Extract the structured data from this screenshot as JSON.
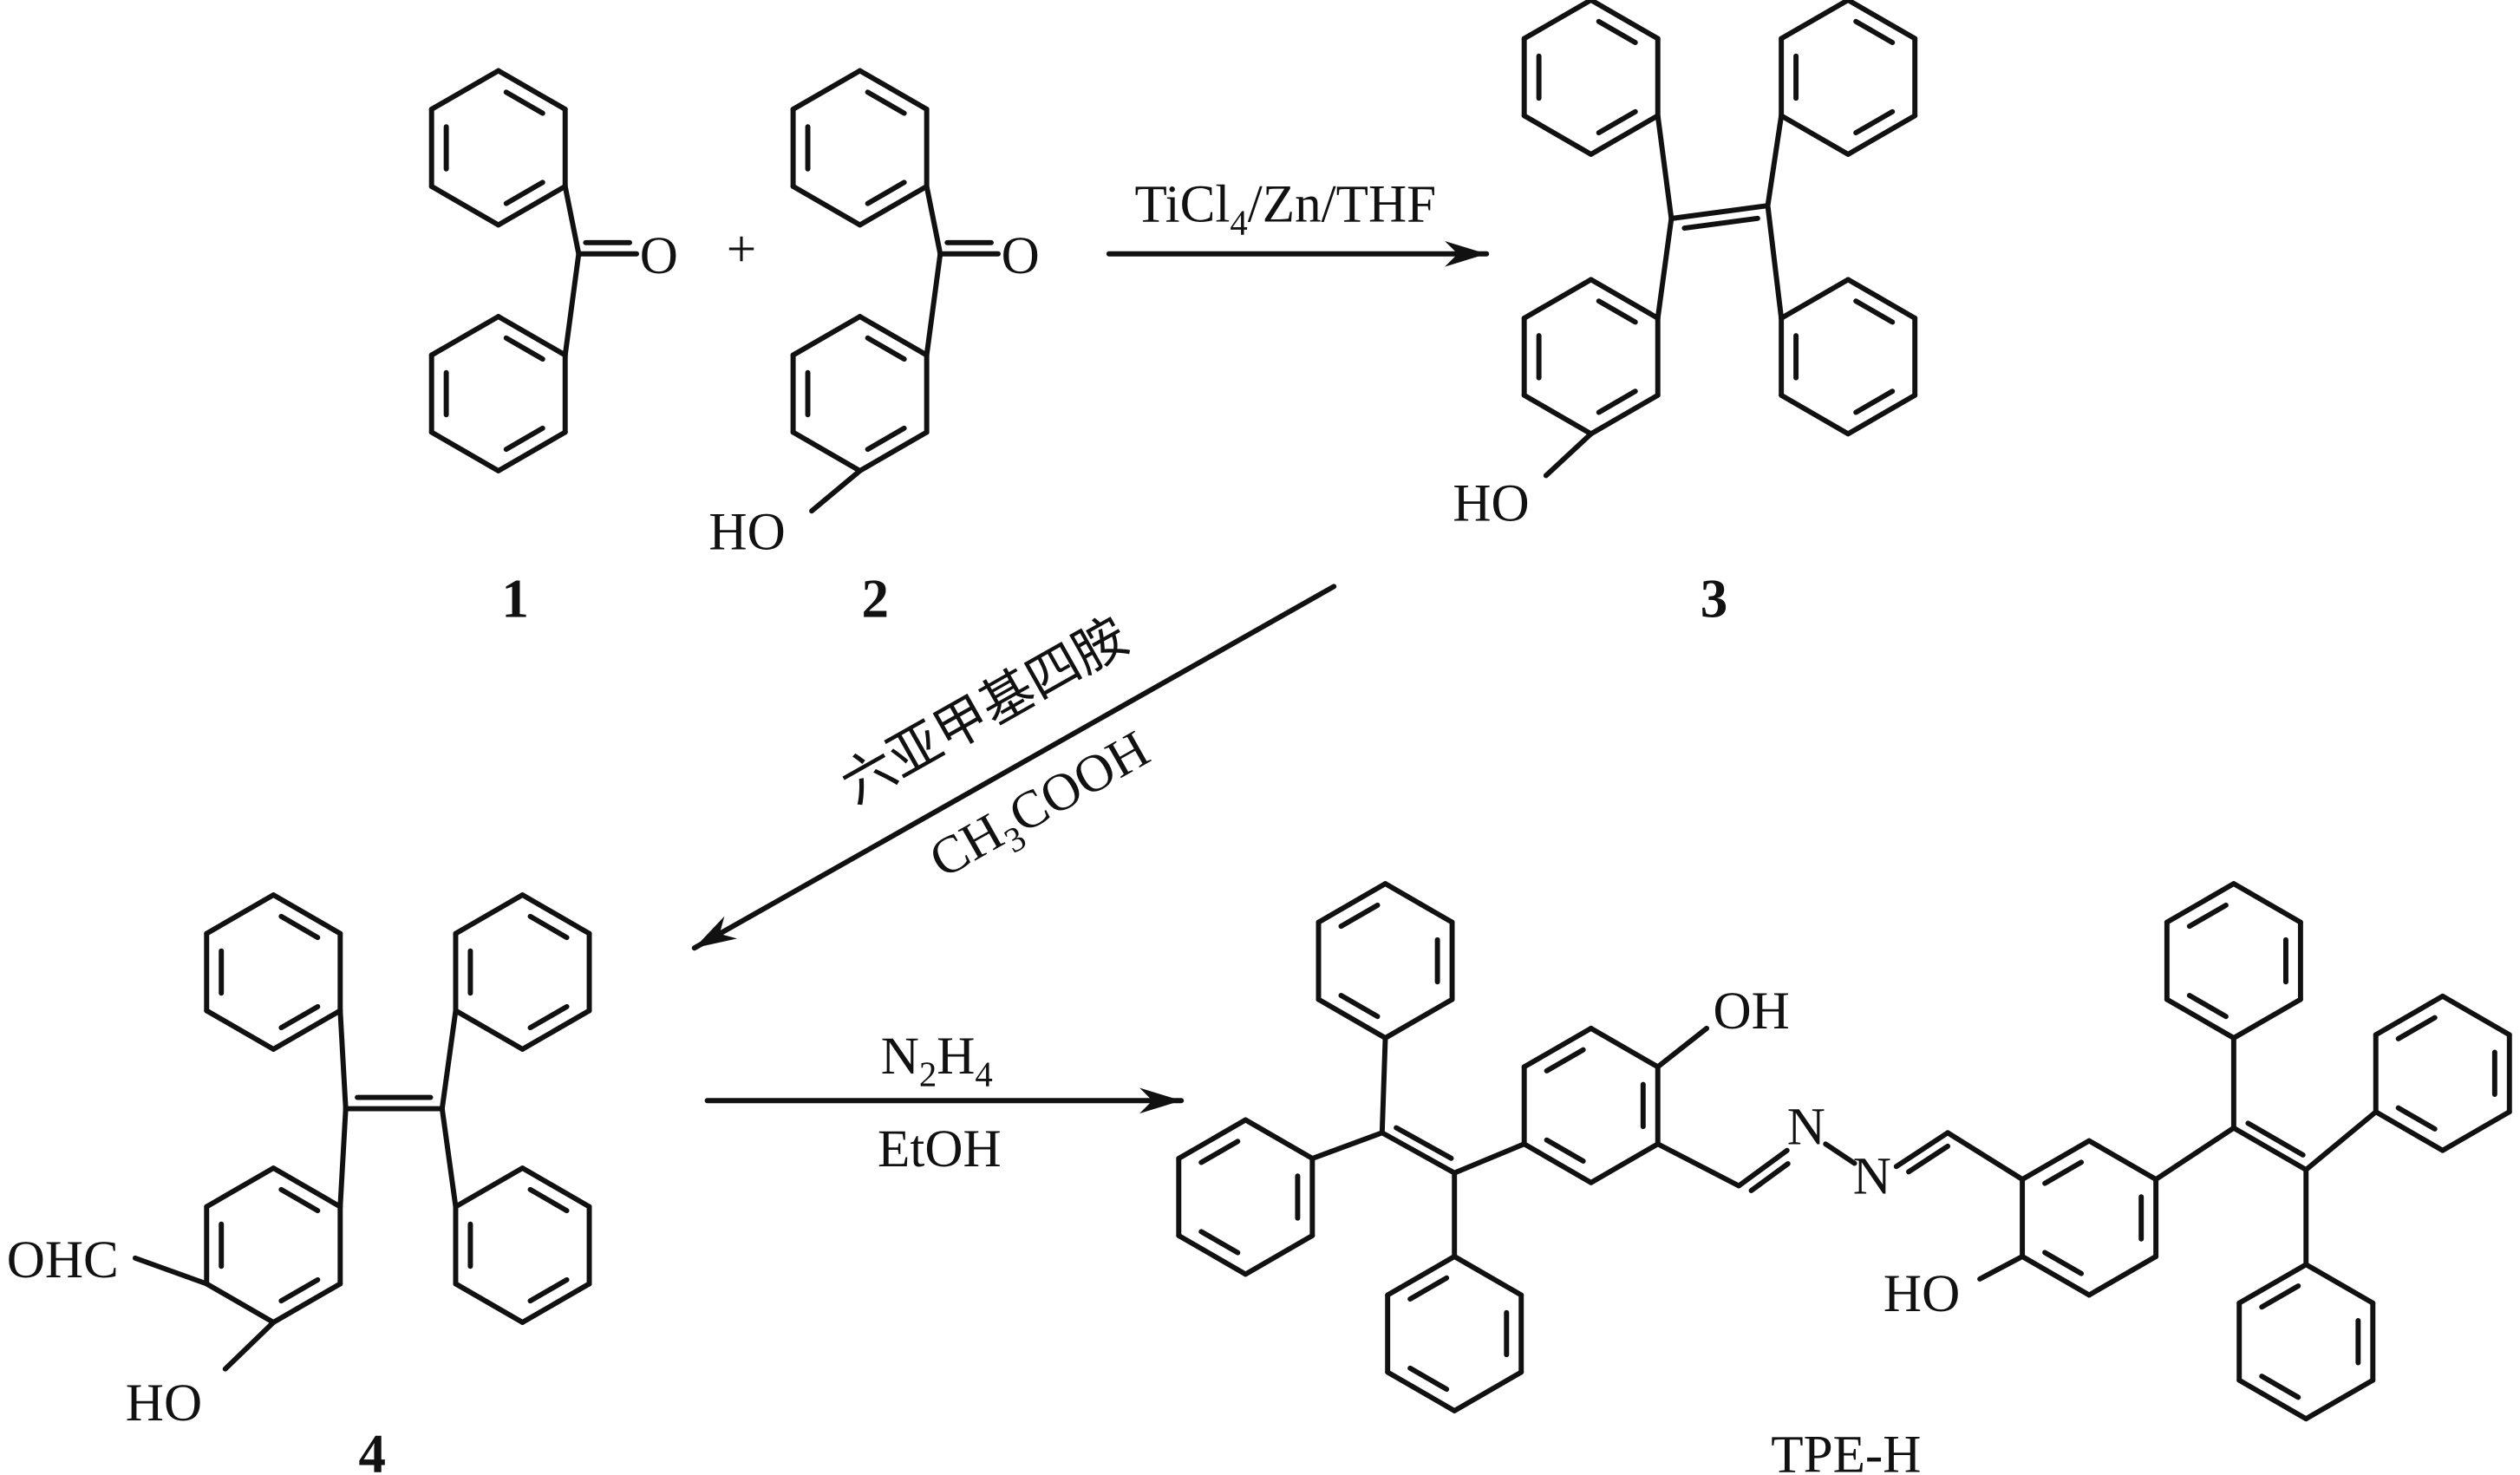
{
  "colors": {
    "ink": "#111111",
    "background": "#ffffff"
  },
  "compounds": {
    "c1": {
      "number": "1",
      "atom_o": "O"
    },
    "c2": {
      "number": "2",
      "atom_o": "O",
      "hydroxyl": "HO"
    },
    "c3": {
      "number": "3",
      "hydroxyl": "HO"
    },
    "c4": {
      "number": "4",
      "aldehyde": "OHC",
      "hydroxyl": "HO"
    },
    "tpe_h": {
      "name": "TPE-H",
      "oh_top": "OH",
      "ho_bottom": "HO",
      "n1": "N",
      "n2": "N"
    }
  },
  "plus_sign": "+",
  "reactions": {
    "step1": {
      "reagent_parts": [
        "TiCl",
        "4",
        "/Zn/THF"
      ]
    },
    "step2": {
      "reagent_top": "六亚甲基四胺",
      "reagent_bottom_parts": [
        "CH",
        "3",
        "COOH"
      ]
    },
    "step3": {
      "reagent_top_parts": [
        "N",
        "2",
        "H",
        "4"
      ],
      "reagent_bottom": "EtOH"
    }
  }
}
